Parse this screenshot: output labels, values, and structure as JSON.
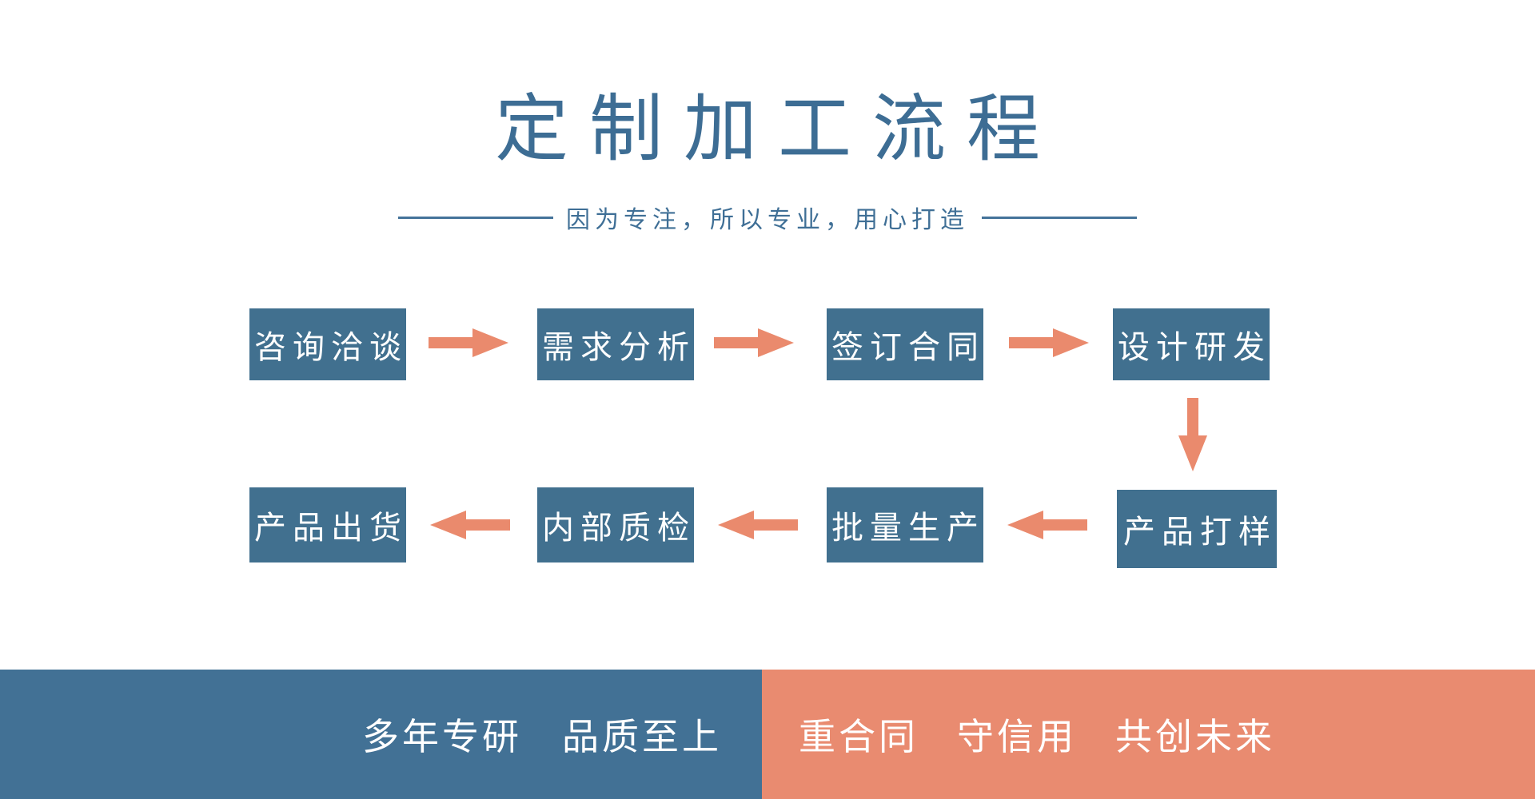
{
  "colors": {
    "background": "#ffffff",
    "title": "#3d6d94",
    "subtitle": "#3f6f96",
    "divider": "#44739a",
    "step_box": "#41708f",
    "step_text": "#ffffff",
    "arrow": "#ea8a6d",
    "footer_left_bg": "#427195",
    "footer_right_bg": "#e98b70",
    "footer_text": "#ffffff"
  },
  "header": {
    "title": "定制加工流程",
    "subtitle": "因为专注，所以专业，用心打造"
  },
  "flow": {
    "row1": [
      {
        "label": "咨询洽谈"
      },
      {
        "label": "需求分析"
      },
      {
        "label": "签订合同"
      },
      {
        "label": "设计研发"
      }
    ],
    "row2": [
      {
        "label": "产品出货"
      },
      {
        "label": "内部质检"
      },
      {
        "label": "批量生产"
      },
      {
        "label": "产品打样"
      }
    ],
    "sequence": [
      "咨询洽谈",
      "需求分析",
      "签订合同",
      "设计研发",
      "产品打样",
      "批量生产",
      "内部质检",
      "产品出货"
    ]
  },
  "footer": {
    "left_items": [
      "多年专研",
      "品质至上"
    ],
    "right_items": [
      "重合同",
      "守信用",
      "共创未来"
    ]
  }
}
